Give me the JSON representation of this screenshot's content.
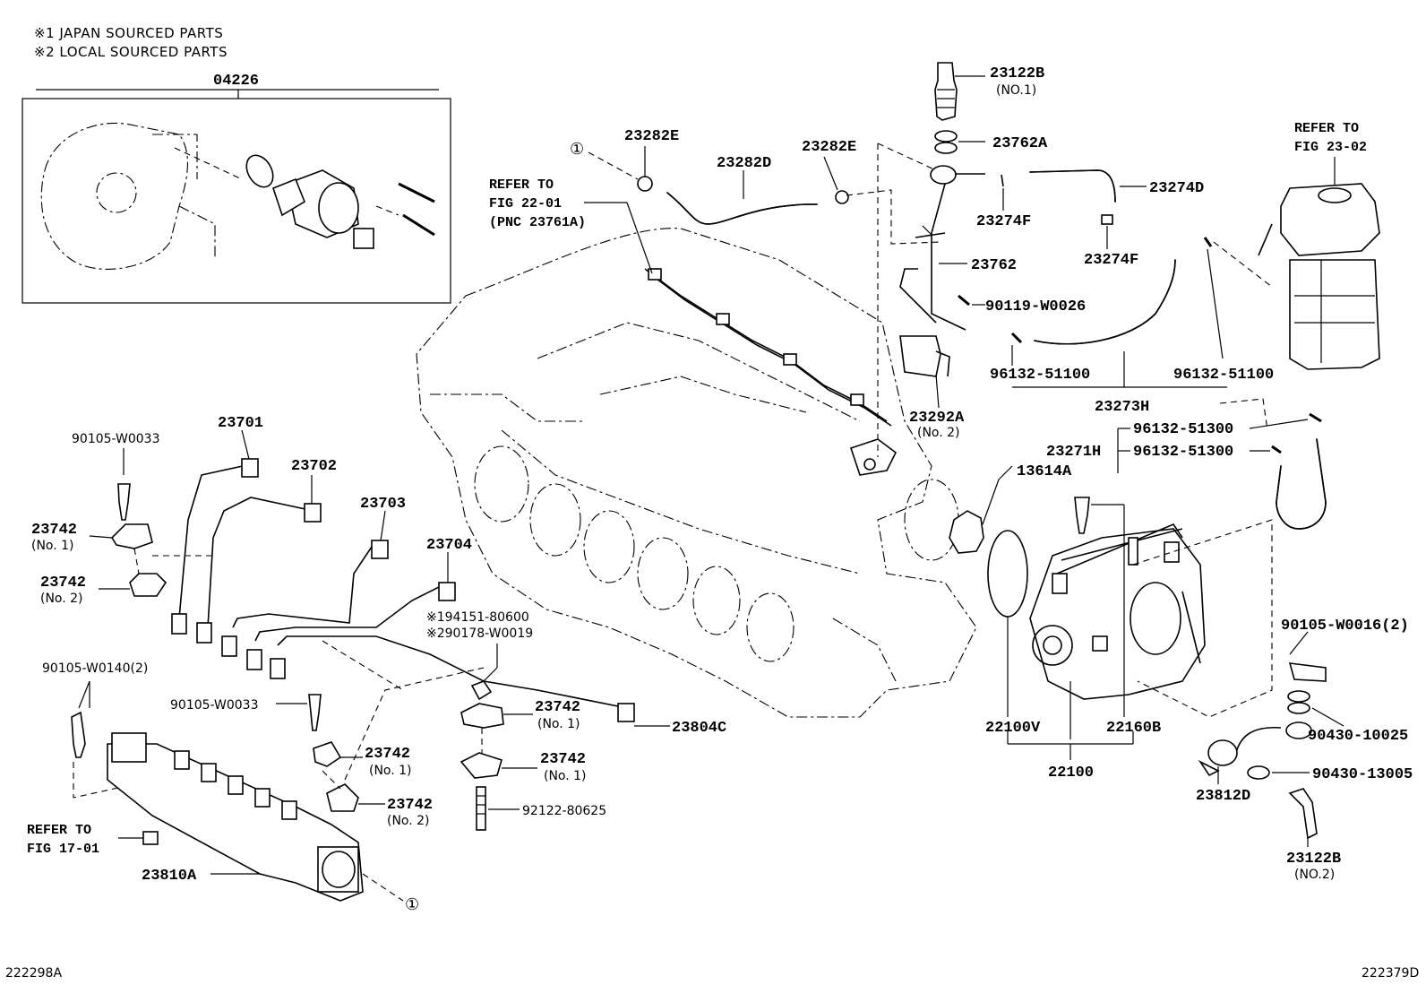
{
  "notes": {
    "note1": "※1 JAPAN SOURCED PARTS",
    "note2": "※2 LOCAL SOURCED PARTS"
  },
  "corner": {
    "left": "222298A",
    "right": "222379D"
  },
  "callout_marker": "①",
  "refs": {
    "fig_22_01": [
      "REFER TO",
      "FIG 22-01",
      "(PNC 23761A)"
    ],
    "fig_23_02": [
      "REFER TO",
      "FIG 23-02"
    ],
    "fig_17_01": [
      "REFER TO",
      "FIG 17-01"
    ]
  },
  "parts": {
    "p04226": "04226",
    "p23122B_1": "23122B",
    "p23122B_1_sub": "(NO.1)",
    "p23282E_a": "23282E",
    "p23282E_b": "23282E",
    "p23282D": "23282D",
    "p23762A": "23762A",
    "p23274D": "23274D",
    "p23274F_a": "23274F",
    "p23274F_b": "23274F",
    "p23762": "23762",
    "p90119": "90119-W0026",
    "p96132_a": "96132-51100",
    "p96132_b": "96132-51100",
    "p23273H": "23273H",
    "p23292A": "23292A",
    "p23292A_sub": "(No. 2)",
    "p96132_51300_a": "96132-51300",
    "p96132_51300_b": "96132-51300",
    "p23271H": "23271H",
    "p13614A": "13614A",
    "p90105_w0033_a": "90105-W0033",
    "p23701": "23701",
    "p23702": "23702",
    "p23703": "23703",
    "p23704": "23704",
    "p23742_1": "23742",
    "p23742_1_sub": "(No. 1)",
    "p23742_2": "23742",
    "p23742_2_sub": "(No. 2)",
    "p194151": "※194151-80600",
    "p290178": "※290178-W0019",
    "p90105_w0140": "90105-W0140(2)",
    "p90105_w0033_b": "90105-W0033",
    "p23742_3": "23742",
    "p23742_3_sub": "(No. 1)",
    "p23742_4": "23742",
    "p23742_4_sub": "(No. 1)",
    "p23742_5": "23742",
    "p23742_5_sub": "(No. 1)",
    "p23742_6": "23742",
    "p23742_6_sub": "(No. 2)",
    "p23804C": "23804C",
    "p92122": "92122-80625",
    "p23810A": "23810A",
    "p22100V": "22100V",
    "p22160B": "22160B",
    "p22100": "22100",
    "p90105_w0016": "90105-W0016(2)",
    "p90430_10025": "90430-10025",
    "p90430_13005": "90430-13005",
    "p23812D": "23812D",
    "p23122B_2": "23122B",
    "p23122B_2_sub": "(NO.2)"
  }
}
